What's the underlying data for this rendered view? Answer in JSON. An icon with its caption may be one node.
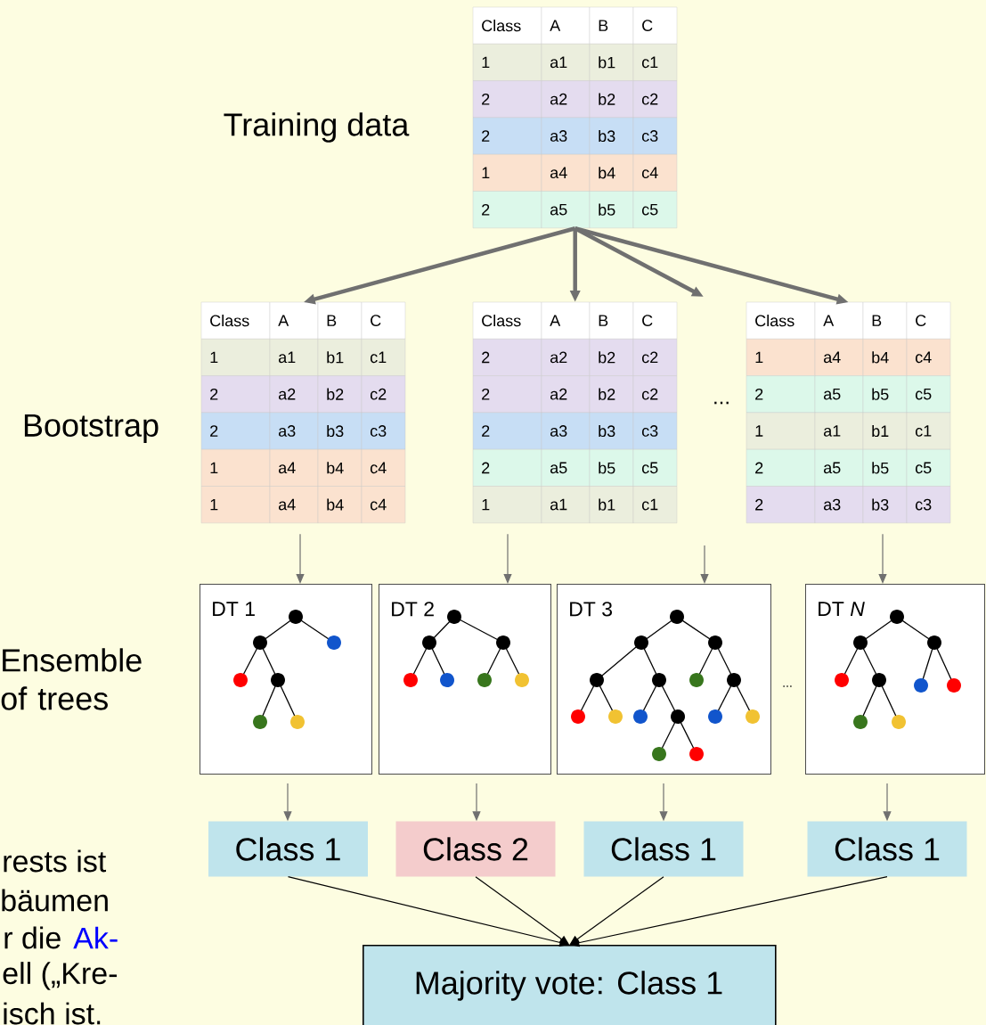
{
  "diagram": {
    "nodes": [
      {
        "text": [
          "Class",
          "A",
          "B",
          "C",
          "1",
          "a1",
          "b1",
          "c1",
          "2",
          "a2",
          "b2",
          "c2",
          "2",
          "a3",
          "b3",
          "c3",
          "1",
          "a4",
          "b4",
          "c4",
          "2",
          "a5",
          "b5",
          "c5"
        ]
      },
      {
        "text": [
          "Class",
          "A",
          "B",
          "C",
          "1",
          "a1",
          "b1",
          "c1",
          "2",
          "a2",
          "b2",
          "c2",
          "2",
          "a3",
          "b3",
          "c3",
          "1",
          "a4",
          "b4",
          "c4",
          "1",
          "a4",
          "b4",
          "c4"
        ]
      },
      {
        "text": [
          "Class",
          "A",
          "B",
          "C",
          "2",
          "a2",
          "b2",
          "c2",
          "2",
          "a2",
          "b2",
          "c2",
          "2",
          "a3",
          "b3",
          "c3",
          "2",
          "a5",
          "b5",
          "c5",
          "1",
          "a1",
          "b1",
          "c1"
        ]
      },
      {
        "text": [
          "Class",
          "A",
          "B",
          "C",
          "1",
          "a4",
          "b4",
          "c4",
          "2",
          "a5",
          "b5",
          "c5",
          "1",
          "a1",
          "b1",
          "c1",
          "2",
          "a5",
          "b5",
          "c5",
          "2",
          "a3",
          "b3",
          "c3"
        ]
      },
      {
        "text": [
          "DT 1"
        ]
      },
      {
        "text": [
          "DT 2"
        ]
      },
      {
        "text": [
          "DT 3"
        ]
      },
      {
        "text": [
          "DT *N*"
        ]
      },
      {
        "text": [
          "Class 1"
        ]
      },
      {
        "text": [
          "Class 2"
        ]
      },
      {
        "text": [
          "Class 1"
        ]
      },
      {
        "text": [
          "Class 1"
        ]
      },
      {
        "text": [
          "Majority vote: Class 1"
        ]
      }
    ],
    "edges": [
      {
        "from": 0,
        "to": 1,
        "arrow": "to",
        "style": "thick"
      },
      {
        "from": 0,
        "to": 2,
        "arrow": "to",
        "style": "thick"
      },
      {
        "from": 0,
        "to": null,
        "arrow": "to",
        "style": "thick"
      },
      {
        "from": 0,
        "to": 3,
        "arrow": "to",
        "style": "thick"
      },
      {
        "from": 1,
        "to": 4,
        "arrow": "to"
      },
      {
        "from": 2,
        "to": 5,
        "arrow": "to"
      },
      {
        "from": null,
        "to": 6,
        "arrow": "to"
      },
      {
        "from": 3,
        "to": 7,
        "arrow": "to"
      },
      {
        "from": 4,
        "to": 8,
        "arrow": "to"
      },
      {
        "from": 5,
        "to": 9,
        "arrow": "to"
      },
      {
        "from": 6,
        "to": 10,
        "arrow": "to"
      },
      {
        "from": 7,
        "to": 11,
        "arrow": "to"
      },
      {
        "from": 8,
        "to": 12,
        "arrow": "to",
        "color": "#000000"
      },
      {
        "from": 9,
        "to": 12,
        "arrow": "to",
        "color": "#000000"
      },
      {
        "from": 10,
        "to": 12,
        "arrow": "to",
        "color": "#000000"
      },
      {
        "from": 11,
        "to": 12,
        "arrow": "to",
        "color": "#000000"
      }
    ],
    "labels": [
      "Training data",
      "Bootstrap",
      "...",
      "Ensemble of trees",
      "...",
      "rests ist",
      "bäumen",
      "r die",
      "Ak-",
      "ell („Kre-",
      "isch ist."
    ]
  }
}
